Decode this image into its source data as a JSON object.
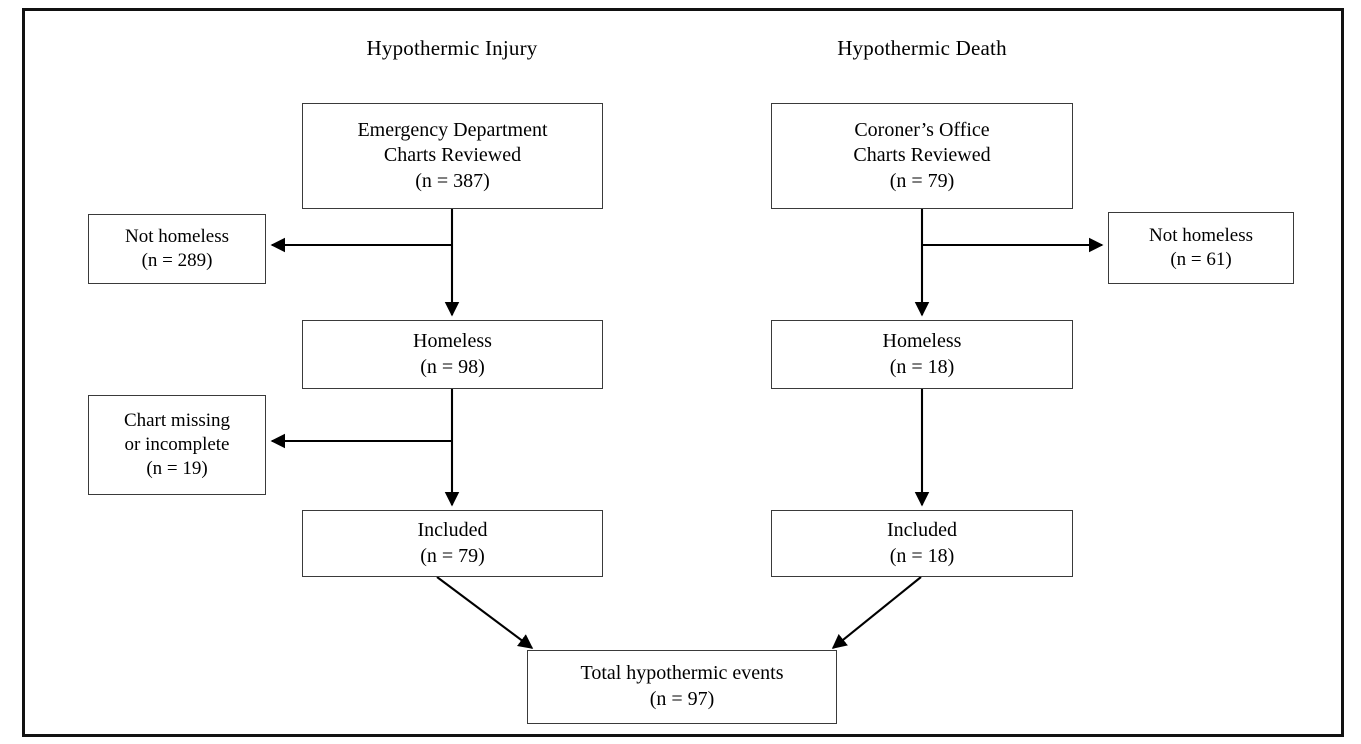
{
  "figure": {
    "type": "flow-diagram",
    "style": "CONSORT participant flow",
    "border_color": "#111111",
    "box_border_color": "#3a3a3a",
    "background": "#ffffff",
    "text_color": "#000000"
  },
  "columns": [
    {
      "id": "injury",
      "title": "Hypothermic Injury"
    },
    {
      "id": "death",
      "title": "Hypothermic Death"
    }
  ],
  "nodes": {
    "injury_source": {
      "line1": "Emergency Department",
      "line2": "Charts Reviewed",
      "line3": "(n = 387)"
    },
    "injury_excluded_1": {
      "line1": "Not homeless",
      "line2": "(n = 289)"
    },
    "injury_homeless": {
      "line1": "Homeless",
      "line2": "(n = 98)"
    },
    "injury_excluded_2": {
      "line1": "Chart missing",
      "line2": "or incomplete",
      "line3": "(n = 19)"
    },
    "injury_included": {
      "line1": "Included",
      "line2": "(n = 79)"
    },
    "death_source": {
      "line1": "Coroner’s Office",
      "line2": "Charts Reviewed",
      "line3": "(n = 79)"
    },
    "death_excluded_1": {
      "line1": "Not homeless",
      "line2": "(n = 61)"
    },
    "death_homeless": {
      "line1": "Homeless",
      "line2": "(n = 18)"
    },
    "death_included": {
      "line1": "Included",
      "line2": "(n = 18)"
    },
    "total": {
      "line1": "Total hypothermic events",
      "line2": "(n = 97)"
    }
  },
  "chart_data": {
    "type": "diagram",
    "title": "Hypothermic events participant flow",
    "branches": [
      {
        "name": "Hypothermic Injury",
        "steps": [
          {
            "label": "Emergency Department Charts Reviewed",
            "n": 387
          },
          {
            "label": "Not homeless (excluded)",
            "n": 289
          },
          {
            "label": "Homeless",
            "n": 98
          },
          {
            "label": "Chart missing or incomplete (excluded)",
            "n": 19
          },
          {
            "label": "Included",
            "n": 79
          }
        ]
      },
      {
        "name": "Hypothermic Death",
        "steps": [
          {
            "label": "Coroner’s Office Charts Reviewed",
            "n": 79
          },
          {
            "label": "Not homeless (excluded)",
            "n": 61
          },
          {
            "label": "Homeless",
            "n": 18
          },
          {
            "label": "Included",
            "n": 18
          }
        ]
      }
    ],
    "total": {
      "label": "Total hypothermic events",
      "n": 97
    }
  }
}
